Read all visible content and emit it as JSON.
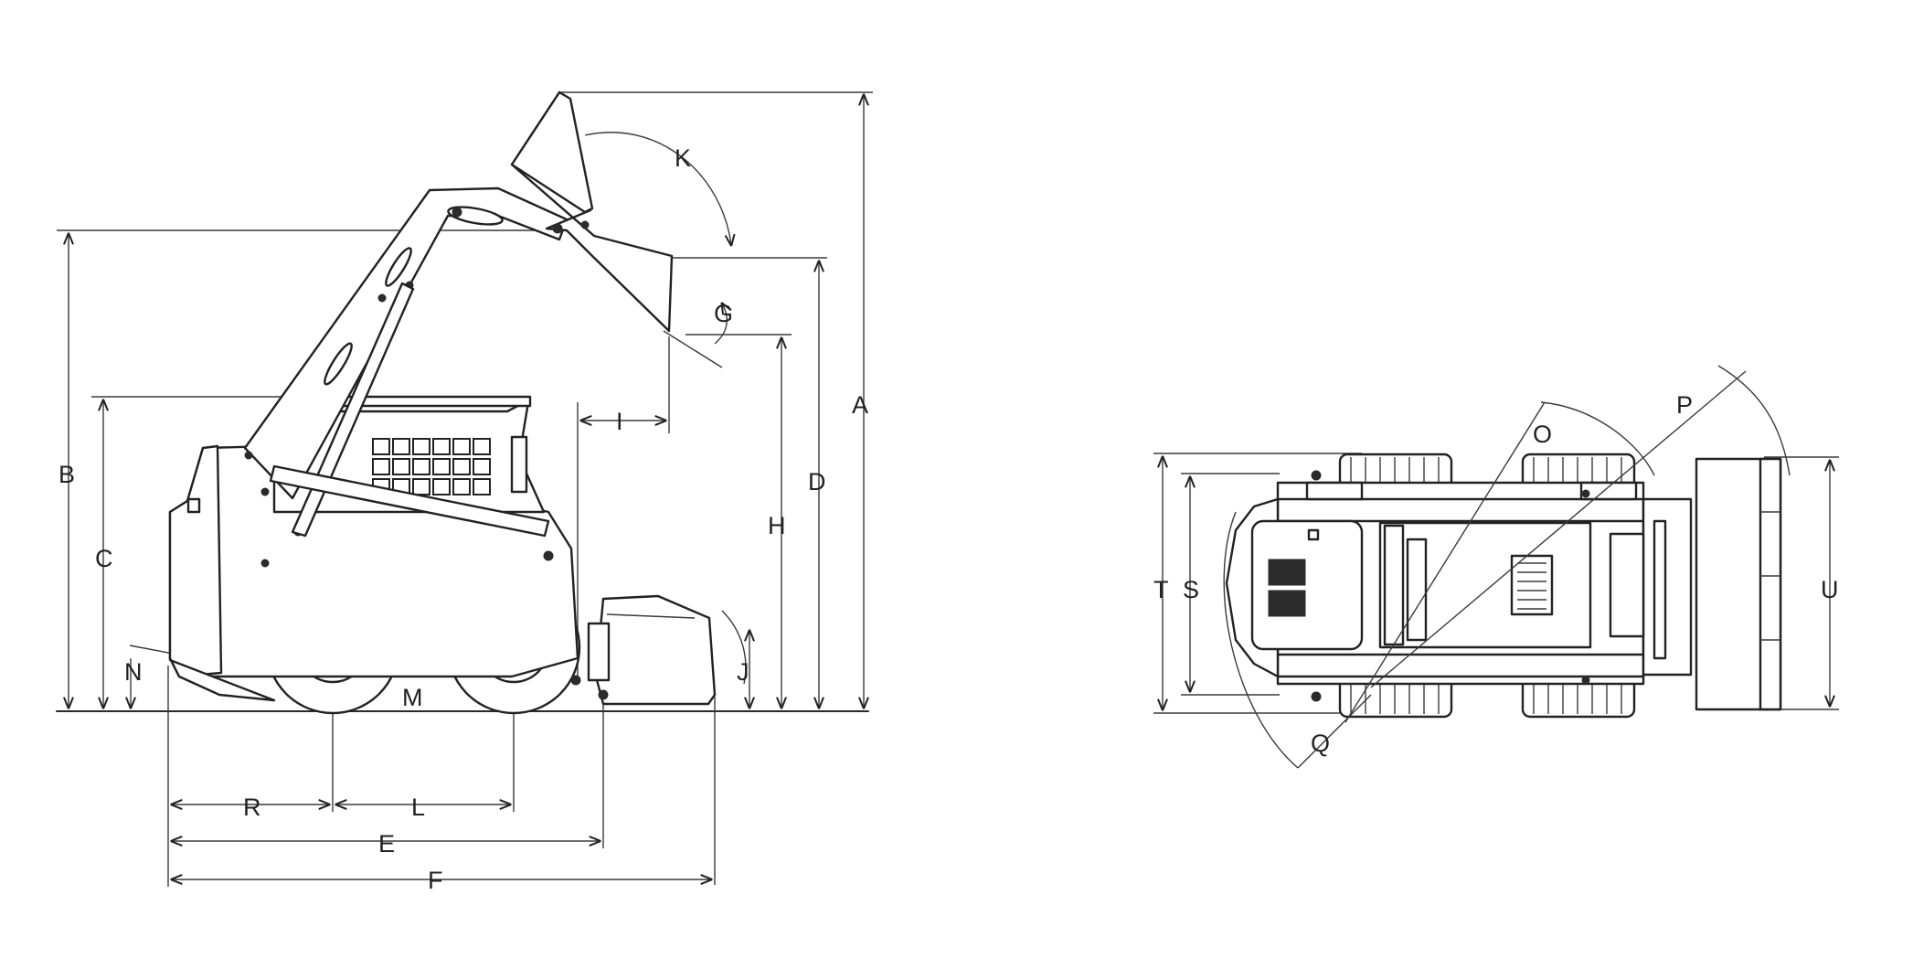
{
  "side_view": {
    "labels": {
      "A": "A",
      "B": "B",
      "C": "C",
      "D": "D",
      "E": "E",
      "F": "F",
      "G": "G",
      "H": "H",
      "I": "I",
      "J": "J",
      "K": "K",
      "L": "L",
      "M": "M",
      "N": "N",
      "R": "R"
    }
  },
  "top_view": {
    "labels": {
      "O": "O",
      "P": "P",
      "Q": "Q",
      "S": "S",
      "T": "T",
      "U": "U"
    }
  },
  "colors": {
    "line": "#2a2a2a",
    "background": "#ffffff"
  }
}
